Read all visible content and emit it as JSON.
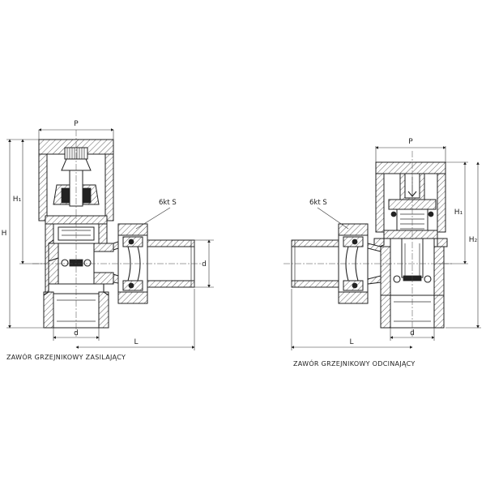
{
  "left_valve": {
    "caption": "ZAWÓR GRZEJNIKOWY ZASILAJĄCY",
    "dims": {
      "P": "P",
      "H": "H",
      "H1": "H₁",
      "d_vertical": "d",
      "d_bottom": "d",
      "L": "L",
      "S": "6kt S"
    }
  },
  "right_valve": {
    "caption": "ZAWÓR GRZEJNIKOWY ODCINAJĄCY",
    "dims": {
      "P": "P",
      "H1": "H₁",
      "H2": "H₂",
      "d_bottom": "d",
      "L": "L",
      "S": "6kt S"
    }
  }
}
